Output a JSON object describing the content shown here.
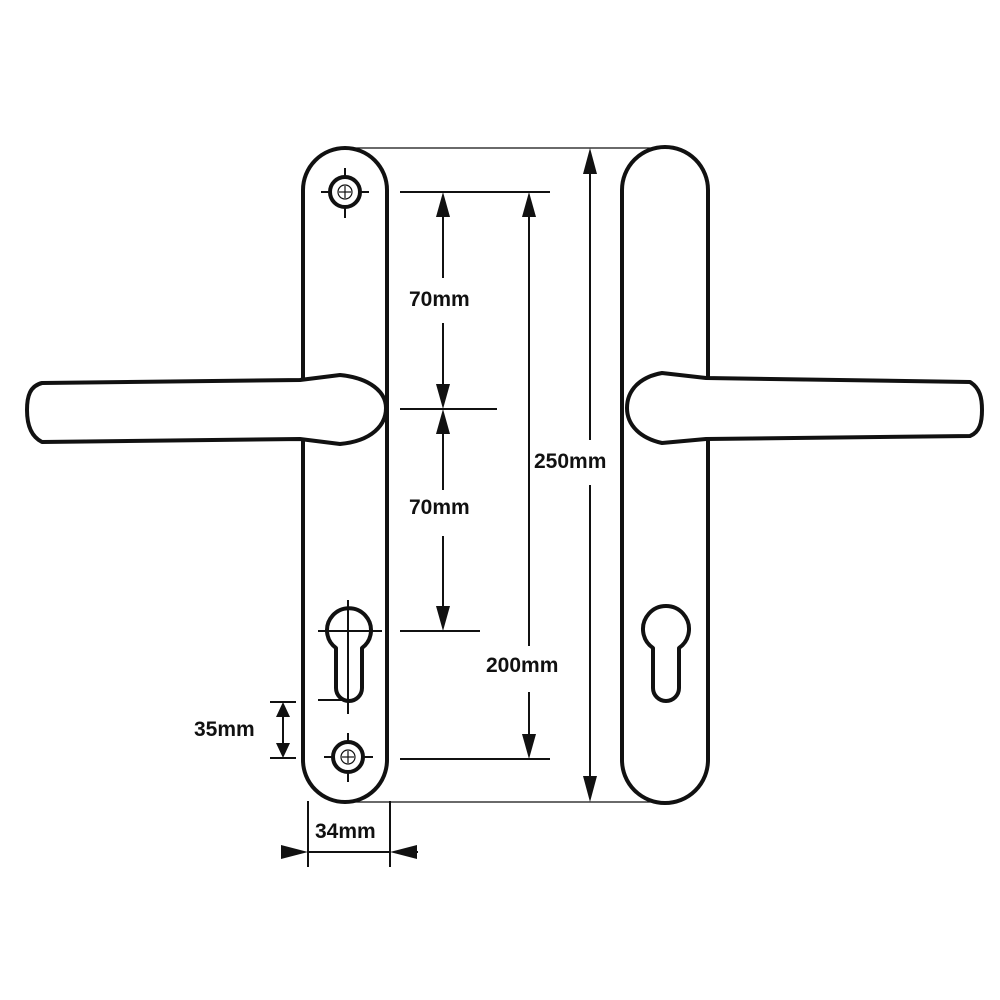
{
  "diagram": {
    "subject": "Door handle pair on backplates with euro cylinder keyholes",
    "colors": {
      "stroke": "#111111",
      "background": "#ffffff"
    },
    "dimensions": {
      "upper_70": {
        "label": "70mm",
        "meaning": "top screw hole to handle spindle centre"
      },
      "lower_70": {
        "label": "70mm",
        "meaning": "handle spindle centre to cylinder centre"
      },
      "total_250": {
        "label": "250mm",
        "meaning": "overall backplate height"
      },
      "screw_200": {
        "label": "200mm",
        "meaning": "screw hole centres"
      },
      "cyl_35": {
        "label": "35mm",
        "meaning": "cylinder bottom to lower screw hole"
      },
      "width_34": {
        "label": "34mm",
        "meaning": "backplate width"
      }
    },
    "parts": {
      "left_plate": "backplate with two screw holes, lever handle pointing left, euro cylinder cut-out",
      "right_plate": "backplate with lever handle pointing right, euro cylinder cut-out"
    }
  }
}
